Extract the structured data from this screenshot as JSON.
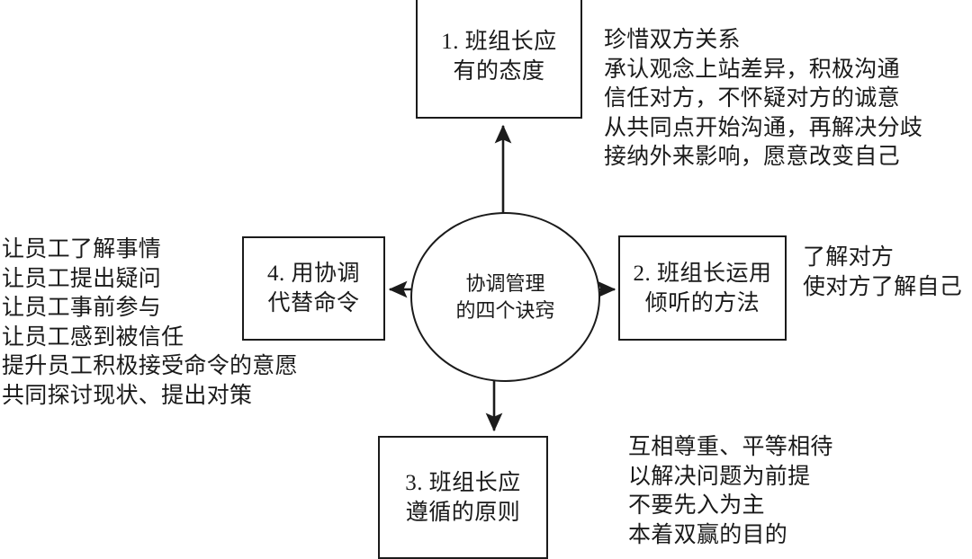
{
  "diagram": {
    "center": {
      "lines": [
        "协调管理",
        "的四个诀窍"
      ]
    },
    "nodes": {
      "top": {
        "lines": [
          "1. 班组长应",
          "有的态度"
        ]
      },
      "right": {
        "lines": [
          "2. 班组长运用",
          "倾听的方法"
        ]
      },
      "bottom": {
        "lines": [
          "3. 班组长应",
          "遵循的原则"
        ]
      },
      "left": {
        "lines": [
          "4. 用协调",
          "代替命令"
        ]
      }
    },
    "annotations": {
      "top_right": {
        "lines": [
          "珍惜双方关系",
          "承认观念上站差异，积极沟通",
          "信任对方，不怀疑对方的诚意",
          "从共同点开始沟通，再解决分歧",
          "接纳外来影响，愿意改变自己"
        ]
      },
      "right": {
        "lines": [
          "了解对方",
          "使对方了解自己"
        ]
      },
      "bottom_right": {
        "lines": [
          "互相尊重、平等相待",
          "以解决问题为前提",
          "不要先入为主",
          "本着双赢的目的"
        ]
      },
      "left": {
        "lines": [
          "让员工了解事情",
          "让员工提出疑问",
          "让员工事前参与",
          "让员工感到被信任",
          "提升员工积极接受命令的意愿",
          "共同探讨现状、提出对策"
        ]
      }
    },
    "colors": {
      "stroke": "#1b1b1b",
      "background": "#ffffff",
      "text": "#1a1a1a"
    }
  }
}
